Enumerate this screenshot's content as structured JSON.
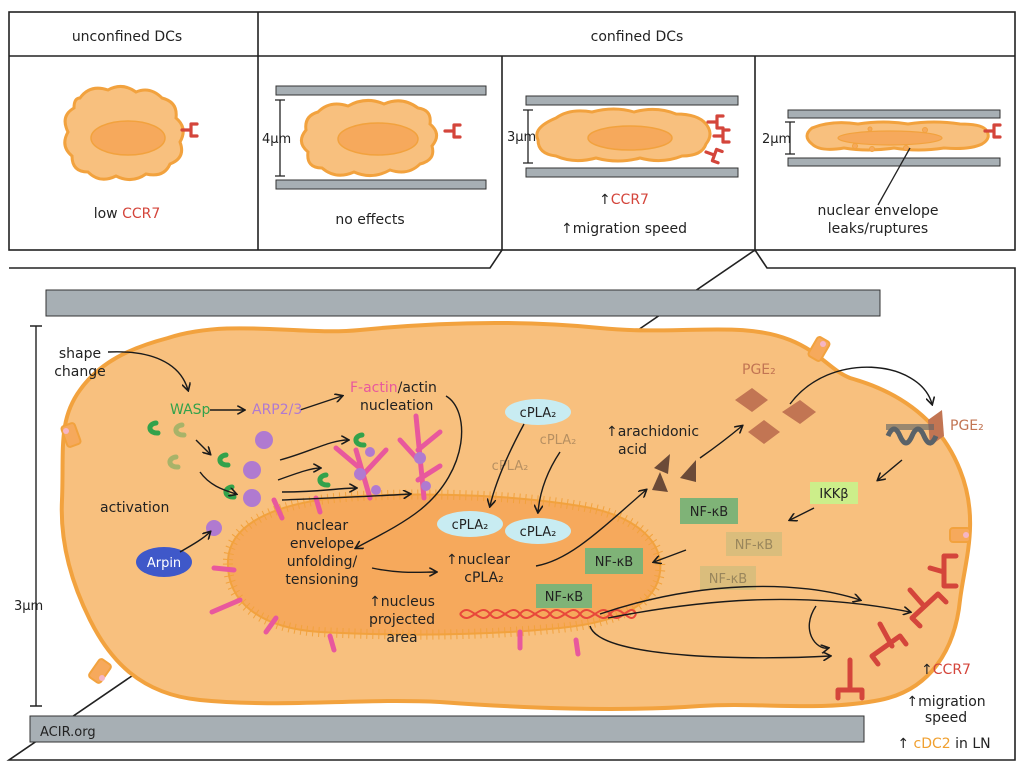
{
  "colors": {
    "cell_fill": "#f8c07e",
    "cell_edge": "#f2a23e",
    "nucleus_fill": "#f6a95c",
    "wall": "#a7afb4",
    "ccr7_red": "#d4453b",
    "wasp_green": "#33a24b",
    "arp_purple": "#b07ad0",
    "factin_pink": "#e8589d",
    "cpla2_bg": "#c8ecf2",
    "nfkb_green": "#7fb377",
    "ikkb_green": "#ccee8a",
    "arpin_blue": "#3f58c9",
    "pge2_brown": "#c27553",
    "cdc2_orange": "#f0a030"
  },
  "top": {
    "header_unconfined": "unconfined DCs",
    "header_confined": "confined DCs",
    "panel1": {
      "label_prefix": "low ",
      "label_ccr7": "CCR7"
    },
    "panel2": {
      "height": "4µm",
      "label": "no effects"
    },
    "panel3": {
      "height": "3µm",
      "label_ccr7_arrow": "↑",
      "label_ccr7": "CCR7",
      "label_speed": "↑migration speed"
    },
    "panel4": {
      "height": "2µm",
      "label_line1": "nuclear envelope",
      "label_line2": "leaks/ruptures"
    }
  },
  "main": {
    "height": "3µm",
    "shape_change_1": "shape",
    "shape_change_2": "change",
    "wasp": "WASp",
    "arp23": "ARP2/3",
    "factin_pink": "F-actin",
    "factin_rest": "/actin",
    "nucleation": "nucleation",
    "activation": "activation",
    "arpin": "Arpin",
    "cpla2": "cPLA₂",
    "arachidonic_1": "↑arachidonic",
    "arachidonic_2": "acid",
    "pge2": "PGE₂",
    "ikkb": "IKKβ",
    "nfkb": "NF-κB",
    "nuc_env_1": "nuclear",
    "nuc_env_2": "envelope",
    "nuc_env_3": "unfolding/",
    "nuc_env_4": "tensioning",
    "nuc_cpla2_1": "↑nuclear",
    "nuc_cpla2_2": "cPLA₂",
    "nuc_area_1": "↑nucleus",
    "nuc_area_2": "projected",
    "nuc_area_3": "area",
    "out_ccr7_arrow": "↑",
    "out_ccr7": "CCR7",
    "out_speed_1": "↑migration",
    "out_speed_2": "speed",
    "out_cdc2_arrow": "↑ ",
    "out_cdc2": "cDC2",
    "out_cdc2_rest": " in LN",
    "watermark": "ACIR.org"
  }
}
